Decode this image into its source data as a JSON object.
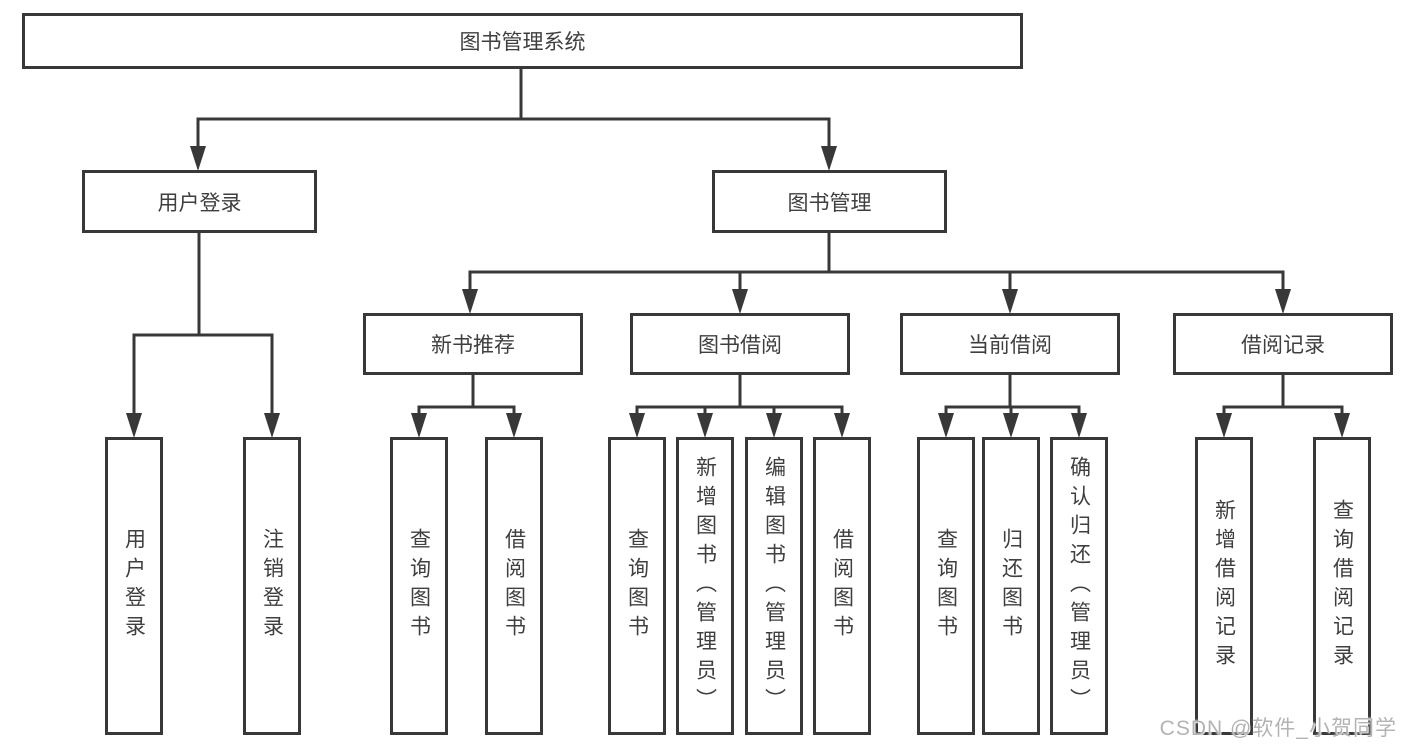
{
  "nodes": {
    "root": "图书管理系统",
    "level2": {
      "user_login": "用户登录",
      "book_management": "图书管理"
    },
    "level3": {
      "new_book_recommend": "新书推荐",
      "book_borrowing": "图书借阅",
      "current_borrowing": "当前借阅",
      "borrowing_records": "借阅记录"
    },
    "leaves": {
      "user_login": [
        "用户登录",
        "注销登录"
      ],
      "new_book_recommend": [
        "查询图书",
        "借阅图书"
      ],
      "book_borrowing": [
        "查询图书",
        "新增图书（管理员）",
        "编辑图书（管理员）",
        "借阅图书"
      ],
      "current_borrowing": [
        "查询图书",
        "归还图书",
        "确认归还（管理员）"
      ],
      "borrowing_records": [
        "新增借阅记录",
        "查询借阅记录"
      ]
    }
  },
  "watermark": "CSDN @软件_小贺同学",
  "colors": {
    "line": "#383838",
    "text": "#3f3f3f",
    "watermark": "#b3b3b3",
    "bg": "#ffffff"
  }
}
